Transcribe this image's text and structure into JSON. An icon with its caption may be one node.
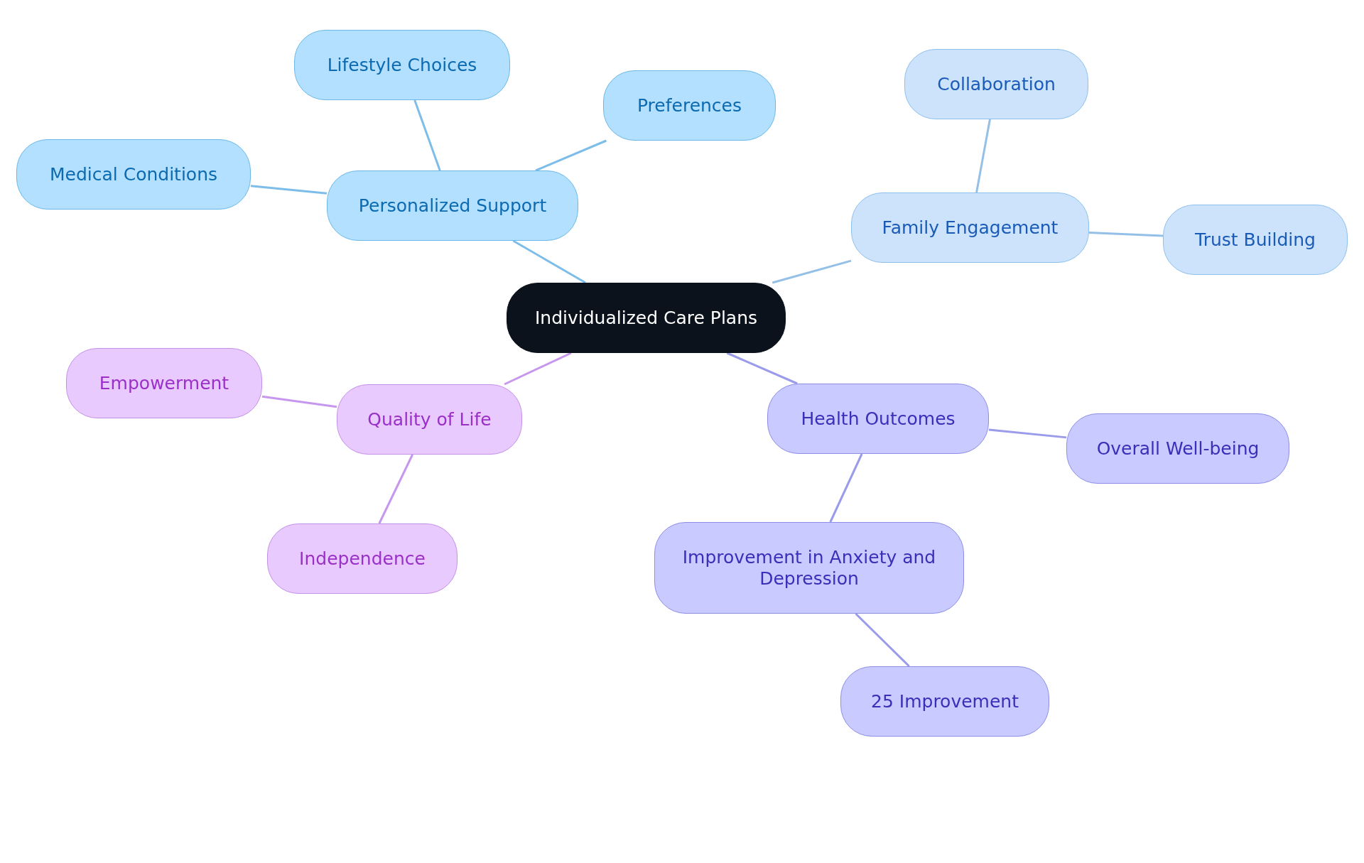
{
  "diagram": {
    "nodes": [
      {
        "text": [
          "Individualized Care Plans"
        ]
      },
      {
        "text": [
          "Personalized Support"
        ]
      },
      {
        "text": [
          "Lifestyle Choices"
        ]
      },
      {
        "text": [
          "Preferences"
        ]
      },
      {
        "text": [
          "Medical Conditions"
        ]
      },
      {
        "text": [
          "Family Engagement"
        ]
      },
      {
        "text": [
          "Collaboration"
        ]
      },
      {
        "text": [
          "Trust Building"
        ]
      },
      {
        "text": [
          "Quality of Life"
        ]
      },
      {
        "text": [
          "Empowerment"
        ]
      },
      {
        "text": [
          "Independence"
        ]
      },
      {
        "text": [
          "Health Outcomes"
        ]
      },
      {
        "text": [
          "Overall Well-being"
        ]
      },
      {
        "text": [
          "Improvement in Anxiety and Depression"
        ]
      },
      {
        "text": [
          "25 Improvement"
        ]
      }
    ],
    "edges": [
      {
        "from": 0,
        "to": 1,
        "arrow": "none"
      },
      {
        "from": 1,
        "to": 2,
        "arrow": "none"
      },
      {
        "from": 1,
        "to": 3,
        "arrow": "none"
      },
      {
        "from": 1,
        "to": 4,
        "arrow": "none"
      },
      {
        "from": 0,
        "to": 5,
        "arrow": "none",
        "color": "#94c0e8"
      },
      {
        "from": 5,
        "to": 6,
        "arrow": "none",
        "color": "#94c0e8"
      },
      {
        "from": 5,
        "to": 7,
        "arrow": "none",
        "color": "#94c0e8"
      },
      {
        "from": 0,
        "to": 8,
        "arrow": "none",
        "color": "#c797ee"
      },
      {
        "from": 8,
        "to": 9,
        "arrow": "none",
        "color": "#c797ee"
      },
      {
        "from": 8,
        "to": 10,
        "arrow": "none",
        "color": "#c797ee"
      },
      {
        "from": 0,
        "to": 11,
        "arrow": "none",
        "color": "#9a9bea"
      },
      {
        "from": 11,
        "to": 12,
        "arrow": "none",
        "color": "#9a9bea"
      },
      {
        "from": 11,
        "to": 13,
        "arrow": "none",
        "color": "#9a9bea"
      },
      {
        "from": 13,
        "to": 14,
        "arrow": "none",
        "color": "#9a9bea"
      }
    ]
  }
}
